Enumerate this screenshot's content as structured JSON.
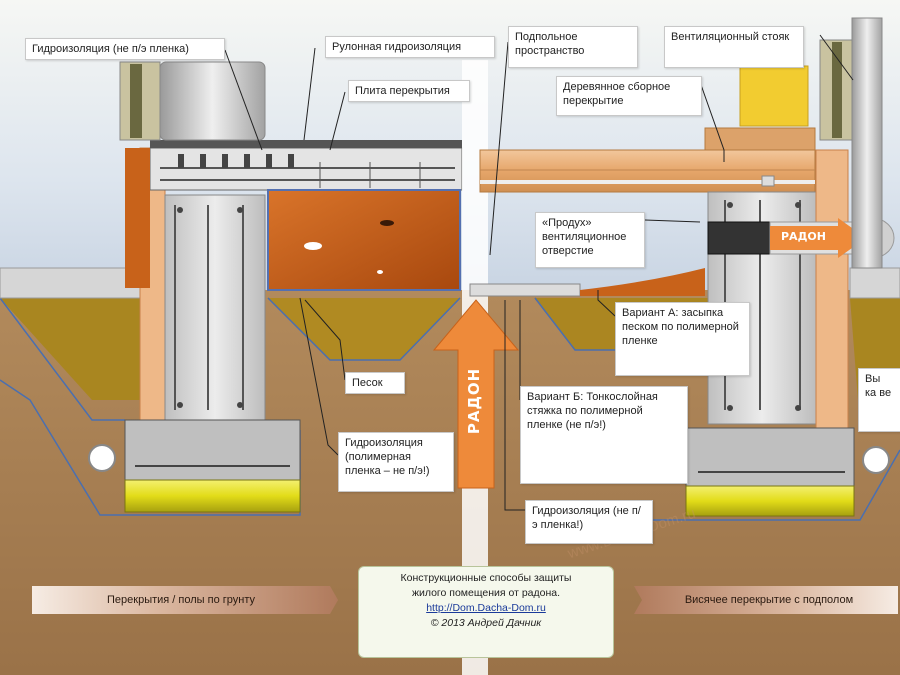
{
  "labels": {
    "waterproofing_pe": "Гидроизоляция (не п/э пленка)",
    "roll_waterproofing": "Рулонная гидроизоляция",
    "floor_slab": "Плита перекрытия",
    "subfloor_space": "Подпольное пространство",
    "vent_riser": "Вентиляционный стояк",
    "wooden_floor": "Деревянное сборное перекрытие",
    "air_vent": "«Продух» вентиляционное отверстие",
    "variant_a": "Вариант А: засыпка песком по полимерной пленке",
    "sand": "Песок",
    "variant_b": "Вариант Б: Тонкослойная стяжка по полимерной пленке (не п/э!)",
    "waterproofing_polymer": "Гидроизоляция (полимерная пленка – не п/э!)",
    "waterproofing_bottom": "Гидроизоляция (не п/э пленка!)",
    "cut_right": "Вы ка ве"
  },
  "arrows": {
    "radon_vertical": "РАДОН",
    "radon_horizontal": "РАДОН"
  },
  "banners": {
    "left": "Перекрытия / полы по грунту",
    "right": "Висячее перекрытие с подполом"
  },
  "caption": {
    "line1": "Конструкционные способы защиты",
    "line2": "жилого помещения от радона.",
    "link": "http://Dom.Dacha-Dom.ru",
    "copyright": "© 2013 Андрей Дачник"
  },
  "watermark": "www.Dacha-Dom.ru",
  "colors": {
    "sky": "#c9d6e6",
    "soil": "#a07a4e",
    "sand": "#a88420",
    "orange_fill": "#c8621a",
    "radon_arrow": "#ee8a3a",
    "concrete": "#d4d4d4",
    "gravel": "#e8e51c"
  }
}
